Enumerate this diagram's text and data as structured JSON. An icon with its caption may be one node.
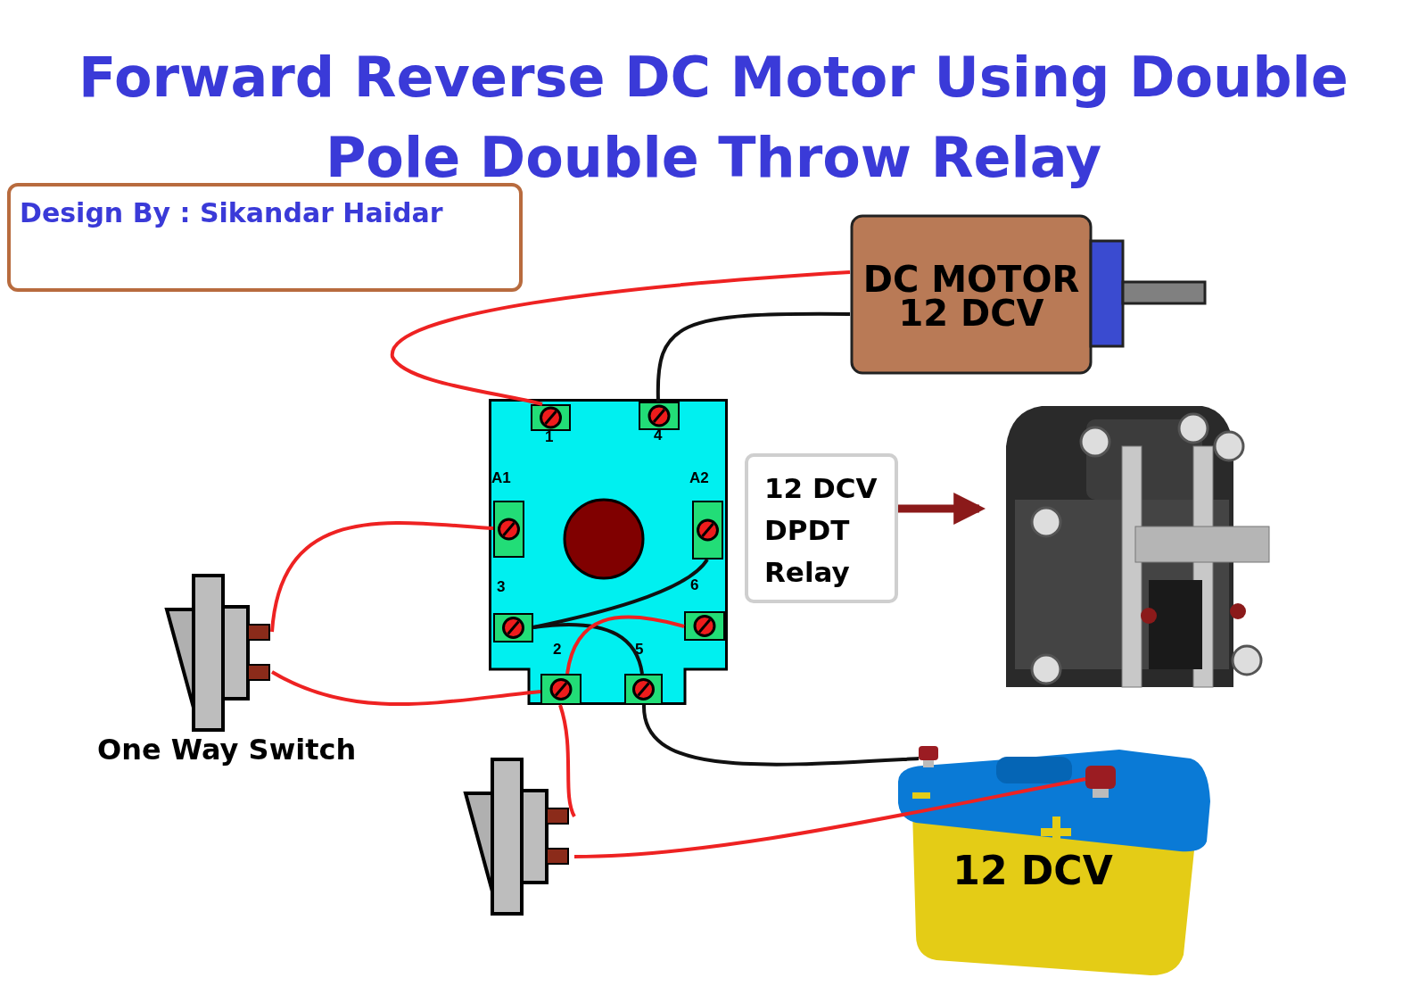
{
  "diagram": {
    "title": "Forward Reverse DC Motor Using Double Pole Double Throw Relay",
    "nodes": [
      {
        "text": [
          "DC MOTOR",
          "12 DCV"
        ]
      },
      {
        "text": [],
        "shape": "box"
      },
      {
        "text": [],
        "shape": "box",
        "in": 1,
        "beside": [
          "1"
        ]
      },
      {
        "text": [],
        "shape": "box",
        "in": 1,
        "beside": [
          "4"
        ]
      },
      {
        "text": [],
        "shape": "box",
        "in": 1,
        "beside": [
          "A1"
        ]
      },
      {
        "text": [],
        "shape": "box",
        "in": 1,
        "beside": [
          "A2"
        ]
      },
      {
        "text": [],
        "shape": "box",
        "in": 1,
        "beside": [
          "3"
        ]
      },
      {
        "text": [],
        "shape": "box",
        "in": 1,
        "beside": [
          "6"
        ]
      },
      {
        "text": [],
        "shape": "box",
        "in": 1,
        "beside": [
          "2"
        ]
      },
      {
        "text": [],
        "shape": "box",
        "in": 1,
        "beside": [
          "5"
        ]
      },
      {
        "text": [
          "One Way Switch"
        ]
      },
      {
        "text": [],
        "shape": "picture"
      },
      {
        "text": [
          "12 DCV DPDT Relay"
        ]
      },
      {
        "text": [],
        "shape": "picture"
      },
      {
        "text": [
          "12 DCV"
        ]
      },
      {
        "text": [
          "Design By : Sikandar Haidar"
        ]
      }
    ],
    "edges": [
      {
        "from": 0,
        "to": 2,
        "arrow": "none"
      },
      {
        "from": 0,
        "to": 3,
        "arrow": "none",
        "color": "#111111"
      },
      {
        "from": 10,
        "to": 4,
        "arrow": "none"
      },
      {
        "from": 10,
        "to": 8,
        "arrow": "none"
      },
      {
        "from": 5,
        "to": 6,
        "arrow": "none",
        "color": "#111111"
      },
      {
        "from": 6,
        "to": 9,
        "arrow": "none",
        "color": "#111111"
      },
      {
        "from": 7,
        "to": 8,
        "arrow": "none"
      },
      {
        "from": 8,
        "to": 11,
        "arrow": "none"
      },
      {
        "from": 11,
        "to": 14,
        "arrow": "none"
      },
      {
        "from": 14,
        "to": 9,
        "arrow": "none",
        "color": "#111111"
      },
      {
        "from": 12,
        "to": 13,
        "arrow": "to",
        "style": "thick",
        "color": "#8b1a1a"
      }
    ]
  }
}
